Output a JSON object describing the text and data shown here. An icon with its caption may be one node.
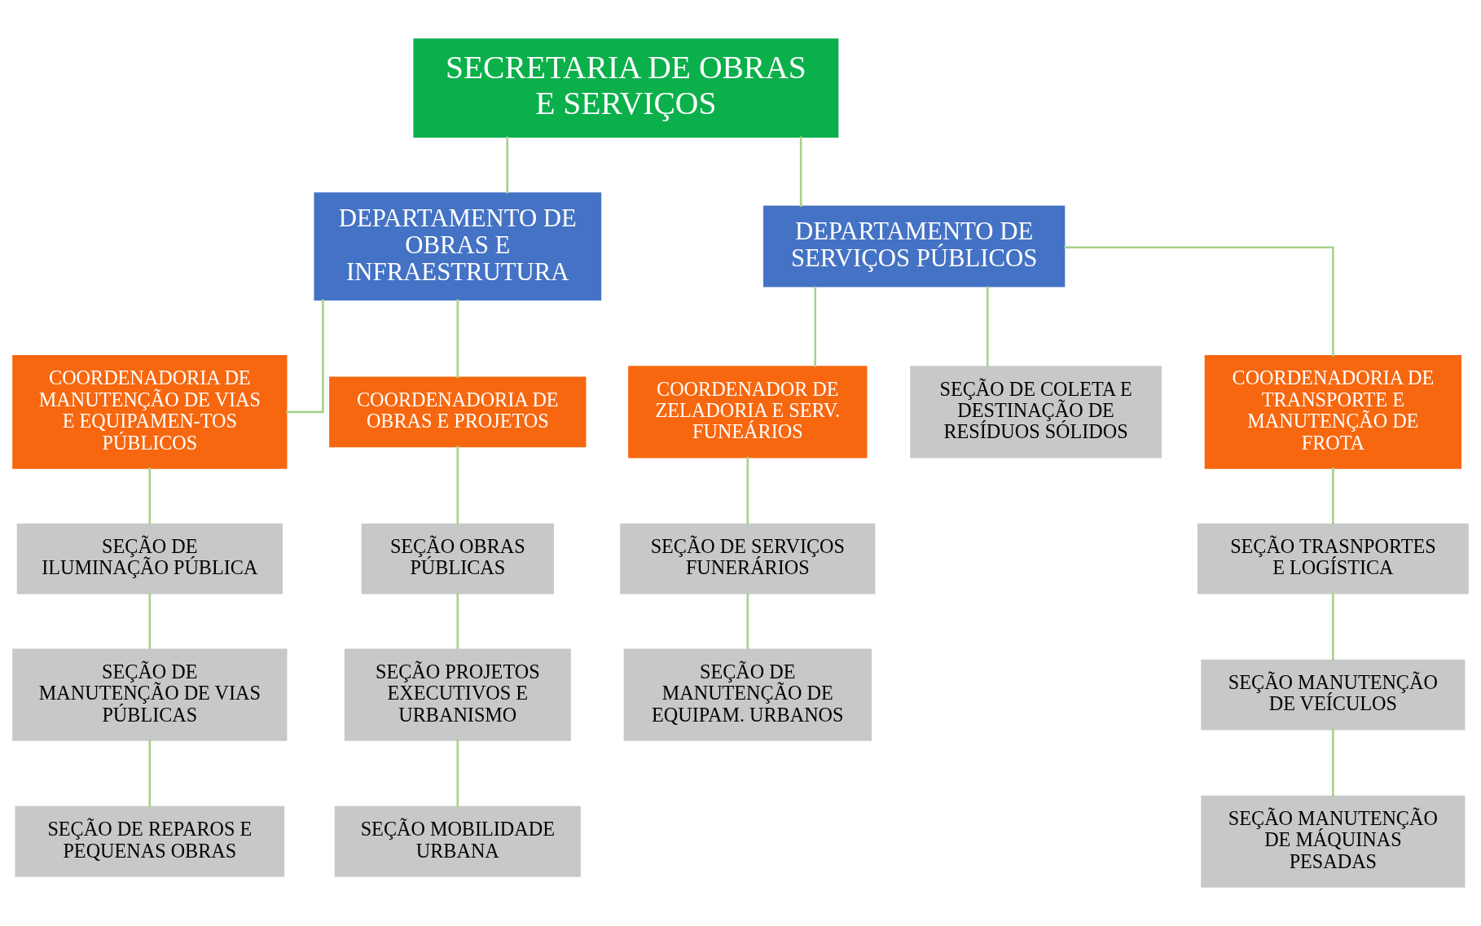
{
  "diagram": {
    "nodes": [
      {
        "text": [
          "SECRETARIA DE OBRAS E SERVIÇOS"
        ]
      },
      {
        "text": [
          "DEPARTAMENTO DE OBRAS E INFRAESTRUTURA"
        ]
      },
      {
        "text": [
          "DEPARTAMENTO DE SERVIÇOS PÚBLICOS"
        ]
      },
      {
        "text": [
          "COORDENADORIA DE MANUTENÇÃO DE VIAS E EQUIPAMEN-TOS PÚBLICOS"
        ]
      },
      {
        "text": [
          "COORDENADORIA DE OBRAS E PROJETOS"
        ]
      },
      {
        "text": [
          "COORDENADOR DE ZELADORIA E SERV. FUNEÁRIOS"
        ]
      },
      {
        "text": [
          "SEÇÃO DE COLETA E DESTINAÇÃO DE RESÍDUOS SÓLIDOS"
        ]
      },
      {
        "text": [
          "COORDENADORIA DE TRANSPORTE E MANUTENÇÃO DE FROTA"
        ]
      },
      {
        "text": [
          "SEÇÃO DE ILUMINAÇÃO PÚBLICA"
        ]
      },
      {
        "text": [
          "SEÇÃO DE MANUTENÇÃO DE VIAS PÚBLICAS"
        ]
      },
      {
        "text": [
          "SEÇÃO DE REPAROS E PEQUENAS OBRAS"
        ]
      },
      {
        "text": [
          "SEÇÃO OBRAS PÚBLICAS"
        ]
      },
      {
        "text": [
          "SEÇÃO PROJETOS EXECUTIVOS E URBANISMO"
        ]
      },
      {
        "text": [
          "SEÇÃO MOBILIDADE URBANA"
        ]
      },
      {
        "text": [
          "SEÇÃO DE SERVIÇOS FUNERÁRIOS"
        ]
      },
      {
        "text": [
          "SEÇÃO DE MANUTENÇÃO DE EQUIPAM. URBANOS"
        ]
      },
      {
        "text": [
          "SEÇÃO TRASNPORTES E LOGÍSTICA"
        ]
      },
      {
        "text": [
          "SEÇÃO MANUTENÇÃO DE VEÍCULOS"
        ]
      },
      {
        "text": [
          "SEÇÃO MANUTENÇÃO DE MÁQUINAS PESADAS"
        ]
      }
    ],
    "edges": [
      {
        "from": 0,
        "to": 1,
        "arrow": "none"
      },
      {
        "from": 0,
        "to": 2,
        "arrow": "none"
      },
      {
        "from": 1,
        "to": 3,
        "arrow": "none"
      },
      {
        "from": 1,
        "to": 4,
        "arrow": "none"
      },
      {
        "from": 2,
        "to": 5,
        "arrow": "none"
      },
      {
        "from": 2,
        "to": 6,
        "arrow": "none"
      },
      {
        "from": 2,
        "to": 7,
        "arrow": "none"
      },
      {
        "from": 3,
        "to": 8,
        "arrow": "none"
      },
      {
        "from": 8,
        "to": 9,
        "arrow": "none"
      },
      {
        "from": 9,
        "to": 10,
        "arrow": "none"
      },
      {
        "from": 4,
        "to": 11,
        "arrow": "none"
      },
      {
        "from": 11,
        "to": 12,
        "arrow": "none"
      },
      {
        "from": 12,
        "to": 13,
        "arrow": "none"
      },
      {
        "from": 5,
        "to": 14,
        "arrow": "none"
      },
      {
        "from": 14,
        "to": 15,
        "arrow": "none"
      },
      {
        "from": 7,
        "to": 16,
        "arrow": "none"
      },
      {
        "from": 16,
        "to": 17,
        "arrow": "none"
      },
      {
        "from": 17,
        "to": 18,
        "arrow": "none"
      }
    ]
  }
}
